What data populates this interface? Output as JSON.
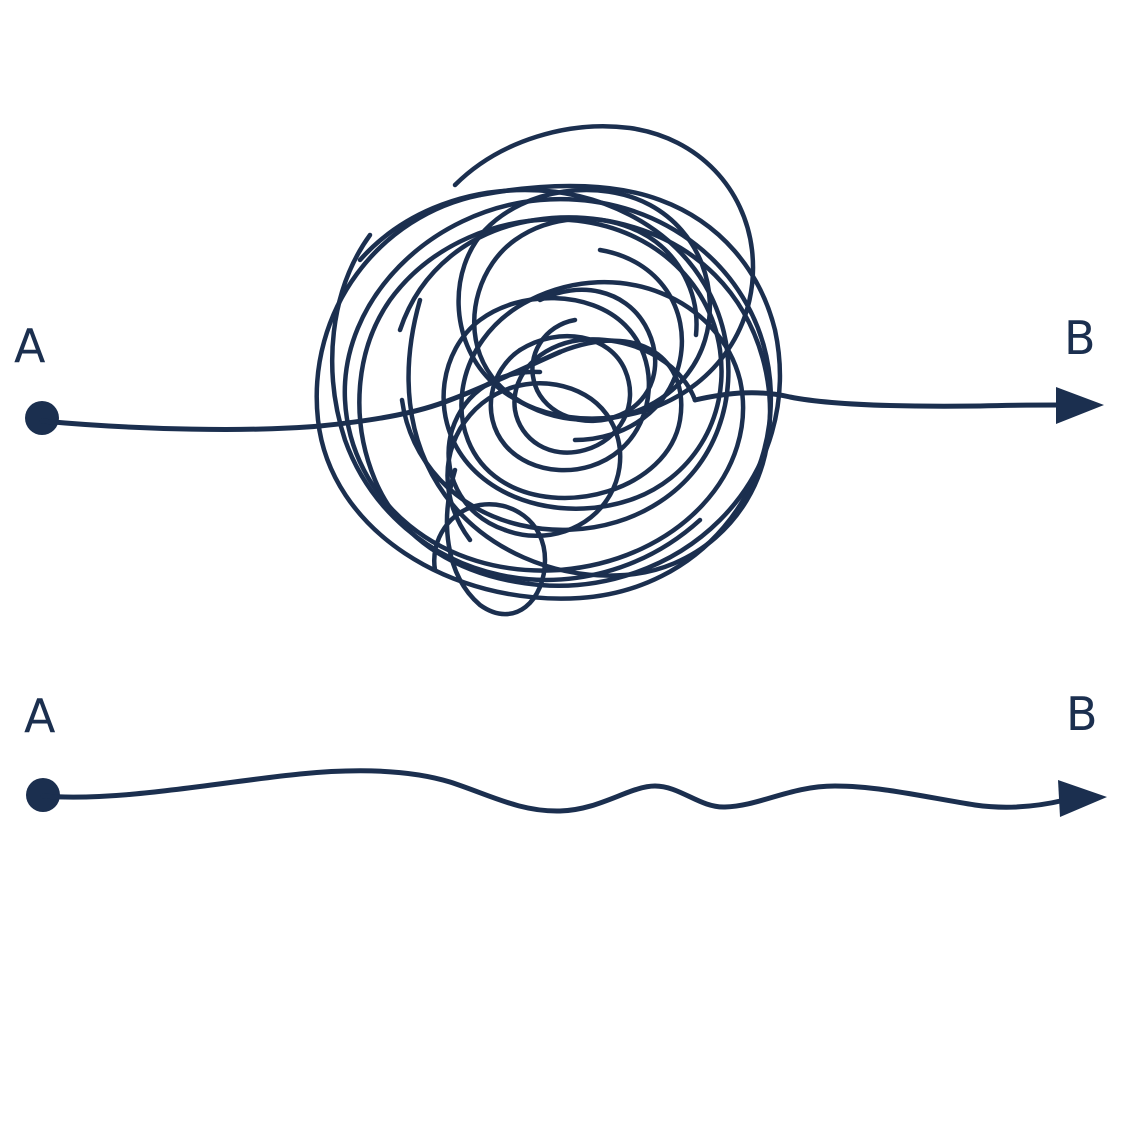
{
  "colors": {
    "ink": "#1b2f4f",
    "background": "#ffffff"
  },
  "top_path": {
    "start_label": "A",
    "end_label": "B"
  },
  "bottom_path": {
    "start_label": "A",
    "end_label": "B"
  }
}
